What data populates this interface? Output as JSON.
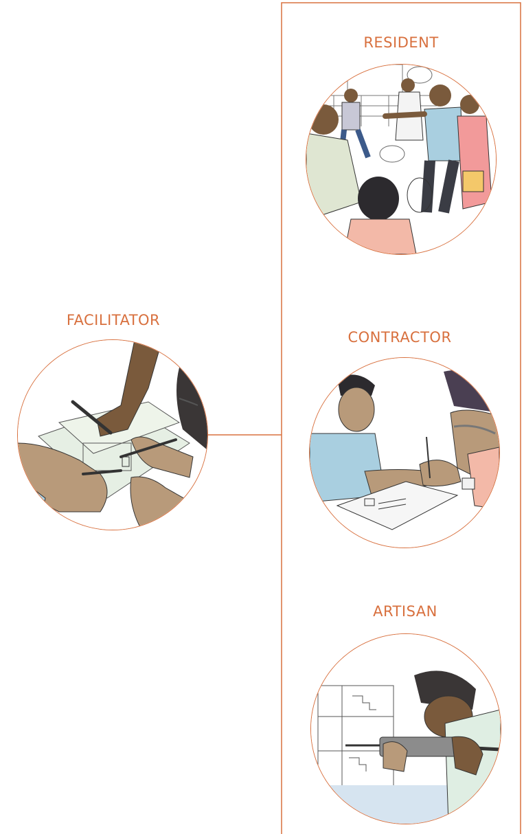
{
  "roles": {
    "facilitator": {
      "label": "FACILITATOR",
      "image": "facilitator-illustration"
    },
    "resident": {
      "label": "RESIDENT",
      "image": "resident-illustration"
    },
    "contractor": {
      "label": "CONTRACTOR",
      "image": "contractor-illustration"
    },
    "artisan": {
      "label": "ARTISAN",
      "image": "artisan-illustration"
    }
  },
  "colors": {
    "accent": "#d8703e",
    "skin": "#b89a7a",
    "skin_dark": "#7a5a3c",
    "paper": "#e6efe4",
    "shirt_blue": "#a9cfe0",
    "shirt_pink": "#f3b9a8",
    "hair": "#3a3636"
  }
}
